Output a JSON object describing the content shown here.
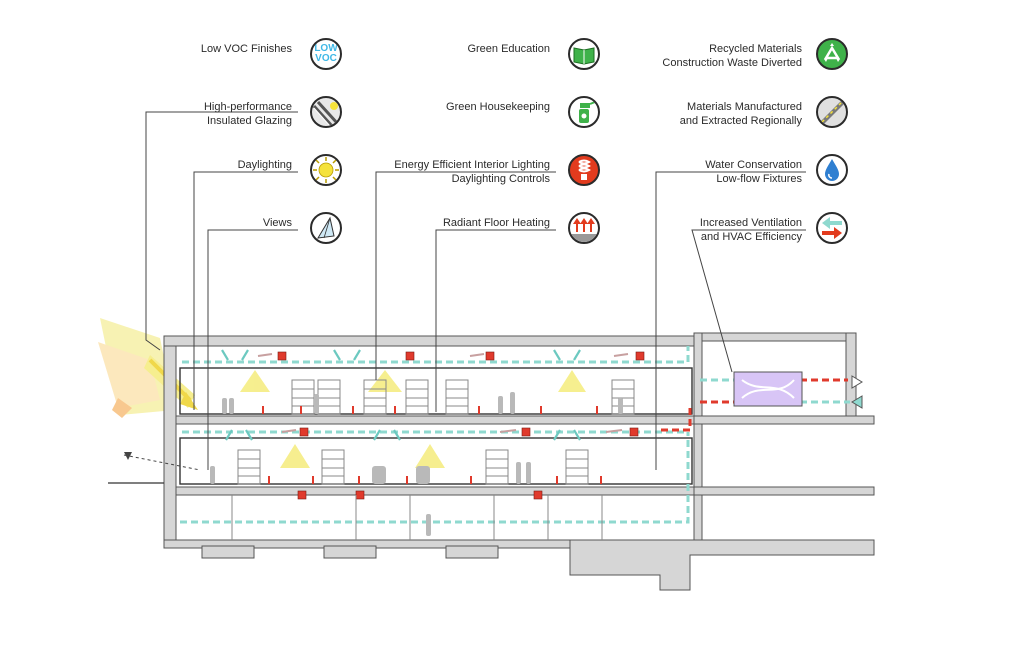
{
  "legend": {
    "low_voc": "Low VOC Finishes",
    "low_voc_badge_line1": "LOW",
    "low_voc_badge_line2": "VOC",
    "glazing_line1": "High-performance",
    "glazing_line2": "Insulated Glazing",
    "daylighting": "Daylighting",
    "views": "Views",
    "green_education": "Green Education",
    "green_housekeeping": "Green Housekeeping",
    "lighting_line1": "Energy Efficient Interior Lighting",
    "lighting_line2": "Daylighting Controls",
    "radiant_floor": "Radiant Floor Heating",
    "recycled_line1": "Recycled Materials",
    "recycled_line2": "Construction Waste Diverted",
    "regional_line1": "Materials Manufactured",
    "regional_line2": "and Extracted Regionally",
    "water_line1": "Water Conservation",
    "water_line2": "Low-flow Fixtures",
    "ventilation_line1": "Increased Ventilation",
    "ventilation_line2": "and HVAC Efficiency"
  },
  "colors": {
    "line": "#2b2b2b",
    "wall_fill": "#d3d3d3",
    "supply_air": "#8fd9cf",
    "return_air": "#e03a2c",
    "light_cone": "#f3e96a",
    "sun": "#f5e23a",
    "green": "#3fb24a",
    "water_blue": "#2f7fd1",
    "light_blue": "#3fb8e6",
    "hvac_purple": "#c7a8f0",
    "heat_red": "#e23b1e"
  }
}
